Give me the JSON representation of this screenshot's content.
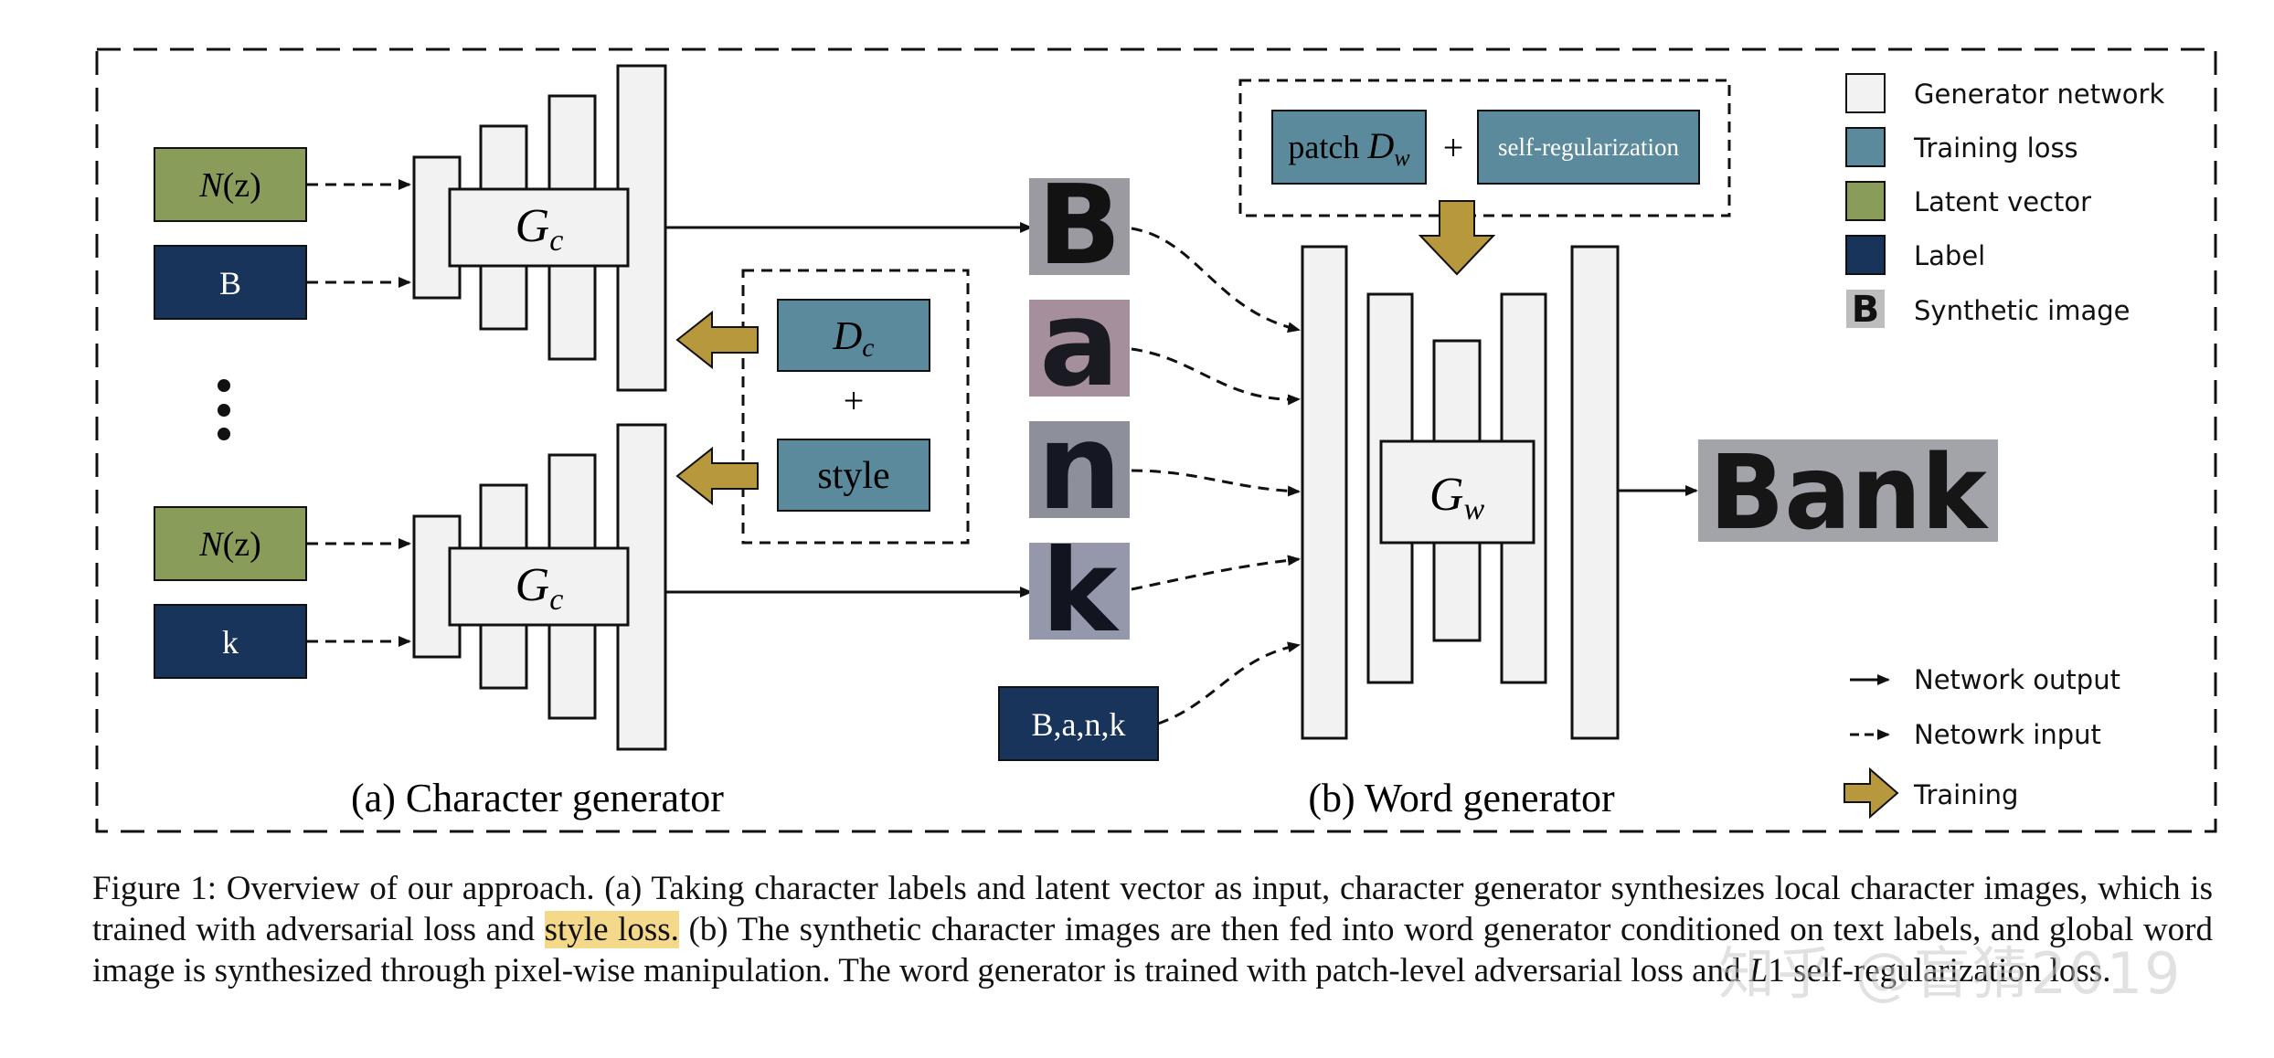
{
  "labels": {
    "nz": "N(z)",
    "nz_base": "N",
    "nz_arg": "(z)",
    "char_B": "B",
    "char_k": "k",
    "gc_base": "G",
    "gc_sub": "c",
    "gw_base": "G",
    "gw_sub": "w",
    "dc_base": "D",
    "dc_sub": "c",
    "plus": "+",
    "style": "style",
    "patch_text": "patch ",
    "dw_base": "D",
    "dw_sub": "w",
    "self_reg": "self-regularization",
    "word_label": "B,a,n,k",
    "synthetic_chars": [
      "B",
      "a",
      "n",
      "k"
    ],
    "bank": "Bank",
    "part_a": "(a) Character generator",
    "part_b": "(b) Word generator"
  },
  "legend": {
    "items": [
      {
        "label": "Generator network",
        "color": "#f2f2f2"
      },
      {
        "label": "Training loss",
        "color": "#5b8a9c"
      },
      {
        "label": "Latent vector",
        "color": "#8a9c5a"
      },
      {
        "label": "Label",
        "color": "#18345a"
      },
      {
        "label": "Synthetic image",
        "color": "#bdbdbd"
      }
    ],
    "synthetic_glyph": "B",
    "network_output": "Network output",
    "network_input": "Netowrk input",
    "training": "Training"
  },
  "colors": {
    "generator": "#f2f2f2",
    "loss": "#5b8a9c",
    "latent": "#8a9c5a",
    "label": "#18345a",
    "arrow_training": "#b8983c"
  },
  "caption": {
    "p1": "Figure 1: Overview of our approach. (a) Taking character labels and latent vector as input, character generator synthesizes local character images, which is trained with adversarial loss and ",
    "highlight": "style loss.",
    "p2": " (b) The synthetic character images are then fed into word generator conditioned on text labels, and global word image is synthesized through pixel-wise manipulation.  The word generator is trained with patch-level adversarial loss and ",
    "l1": "L",
    "p3": "1 self-regularization loss."
  },
  "watermark": "知乎 @盲猜2019"
}
